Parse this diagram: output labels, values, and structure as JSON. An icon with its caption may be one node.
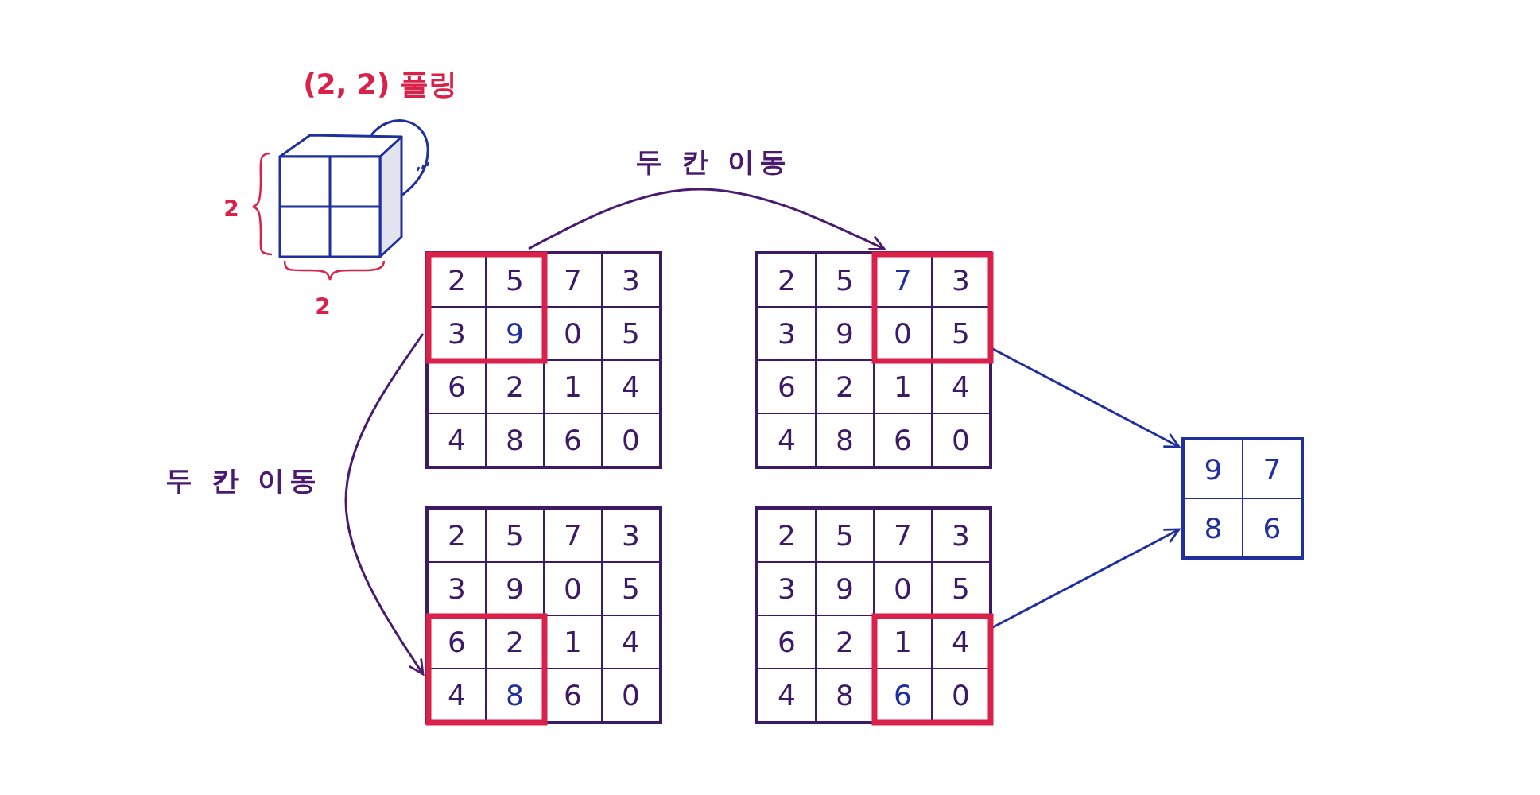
{
  "diagram": {
    "nodes": [
      {
        "text": [
          "2",
          "5",
          "7",
          "3",
          "3",
          "9",
          "0",
          "5",
          "6",
          "2",
          "1",
          "4",
          "4",
          "8",
          "6",
          "0"
        ]
      },
      {
        "text": [
          "2",
          "5",
          "7",
          "3",
          "3",
          "9",
          "0",
          "5",
          "6",
          "2",
          "1",
          "4",
          "4",
          "8",
          "6",
          "0"
        ]
      },
      {
        "text": [
          "2",
          "5",
          "7",
          "3",
          "3",
          "9",
          "0",
          "5",
          "6",
          "2",
          "1",
          "4",
          "4",
          "8",
          "6",
          "0"
        ]
      },
      {
        "text": [
          "2",
          "5",
          "7",
          "3",
          "3",
          "9",
          "0",
          "5",
          "6",
          "2",
          "1",
          "4",
          "4",
          "8",
          "6",
          "0"
        ]
      },
      {
        "text": [
          "9",
          "7",
          "8",
          "6"
        ]
      }
    ],
    "edges": [
      {
        "from": 0,
        "to": 1,
        "arrow": "to",
        "label": "두 칸 이동"
      },
      {
        "from": 0,
        "to": 2,
        "arrow": "to",
        "label": "두 칸 이동"
      },
      {
        "from": 1,
        "to": 4,
        "arrow": "to",
        "color": "#1f2f9e"
      },
      {
        "from": 3,
        "to": 4,
        "arrow": "to",
        "color": "#1f2f9e"
      }
    ],
    "labels": [
      "(2, 2) 풀링",
      "2",
      "2"
    ]
  }
}
